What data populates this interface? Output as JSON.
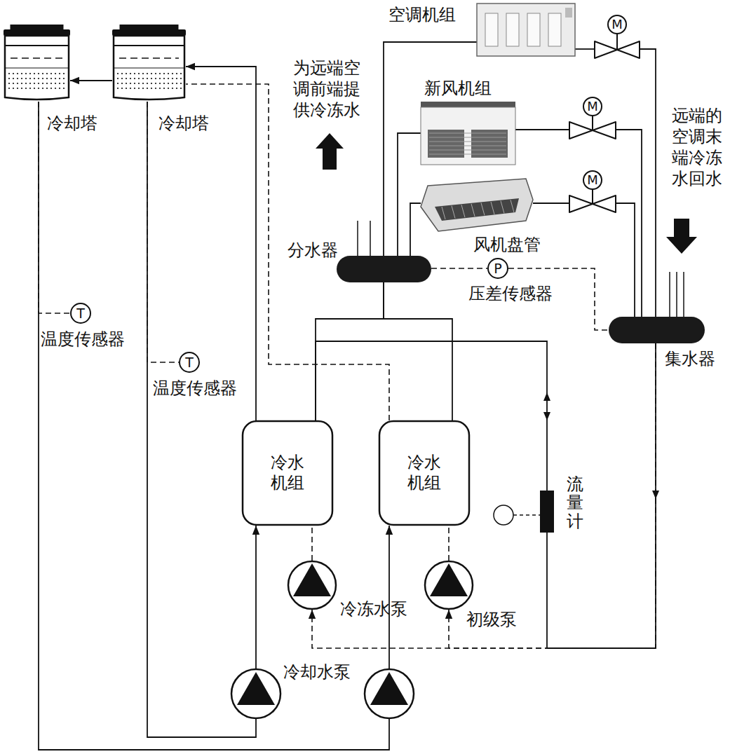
{
  "diagram": {
    "nodes": [
      {
        "text": [
          "冷却塔"
        ]
      },
      {
        "text": [
          "冷却塔"
        ]
      },
      {
        "text": [
          "空调机组"
        ]
      },
      {
        "text": [
          "新风机组"
        ]
      },
      {
        "text": [
          "风机盘管"
        ]
      },
      {
        "text": [
          "M"
        ]
      },
      {
        "text": [
          "M"
        ]
      },
      {
        "text": [
          "M"
        ]
      },
      {
        "text": [
          "分水器"
        ]
      },
      {
        "text": [
          "P",
          "压差传感器"
        ]
      },
      {
        "text": [
          "集水器"
        ]
      },
      {
        "text": [
          "T",
          "温度传感器"
        ]
      },
      {
        "text": [
          "T",
          "温度传感器"
        ]
      },
      {
        "text": [
          "冷水机组"
        ]
      },
      {
        "text": [
          "冷水机组"
        ]
      },
      {
        "text": [
          "流量计"
        ]
      },
      {
        "text": [
          "冷冻水泵"
        ]
      },
      {
        "text": [
          "初级泵"
        ]
      }
    ],
    "edges": [
      {
        "from": 1,
        "to": 0,
        "arrow": "to"
      },
      {
        "from": 0,
        "to": 14,
        "arrow": "to"
      },
      {
        "from": 1,
        "to": 13,
        "arrow": "to"
      },
      {
        "from": 13,
        "to": 1,
        "arrow": "to"
      },
      {
        "from": 14,
        "to": 1,
        "arrow": "none"
      },
      {
        "from": 0,
        "to": 11,
        "arrow": "none"
      },
      {
        "from": 1,
        "to": 12,
        "arrow": "none"
      },
      {
        "from": 8,
        "to": 2,
        "arrow": "none"
      },
      {
        "from": 8,
        "to": 3,
        "arrow": "none"
      },
      {
        "from": 8,
        "to": 4,
        "arrow": "none"
      },
      {
        "from": 2,
        "to": 5,
        "arrow": "none"
      },
      {
        "from": 5,
        "to": 10,
        "arrow": "none"
      },
      {
        "from": 3,
        "to": 6,
        "arrow": "none"
      },
      {
        "from": 6,
        "to": 10,
        "arrow": "none"
      },
      {
        "from": 4,
        "to": 7,
        "arrow": "none"
      },
      {
        "from": 7,
        "to": 10,
        "arrow": "none"
      },
      {
        "from": 8,
        "to": 9,
        "arrow": "none"
      },
      {
        "from": 9,
        "to": 10,
        "arrow": "none"
      },
      {
        "from": 13,
        "to": 8,
        "arrow": "none"
      },
      {
        "from": 14,
        "to": 8,
        "arrow": "none"
      },
      {
        "from": 13,
        "to": 15,
        "arrow": "none"
      },
      {
        "from": 15,
        "to": 10,
        "arrow": "none"
      },
      {
        "from": 10,
        "to": 16,
        "arrow": "to"
      },
      {
        "from": 10,
        "to": 17,
        "arrow": "to"
      },
      {
        "from": 16,
        "to": 13,
        "arrow": "none"
      },
      {
        "from": 17,
        "to": 14,
        "arrow": "none"
      }
    ],
    "labels": [
      "为远端空调前端提供冷冻水",
      "远端的空调末端冷冻水回水",
      "冷却水泵"
    ]
  }
}
